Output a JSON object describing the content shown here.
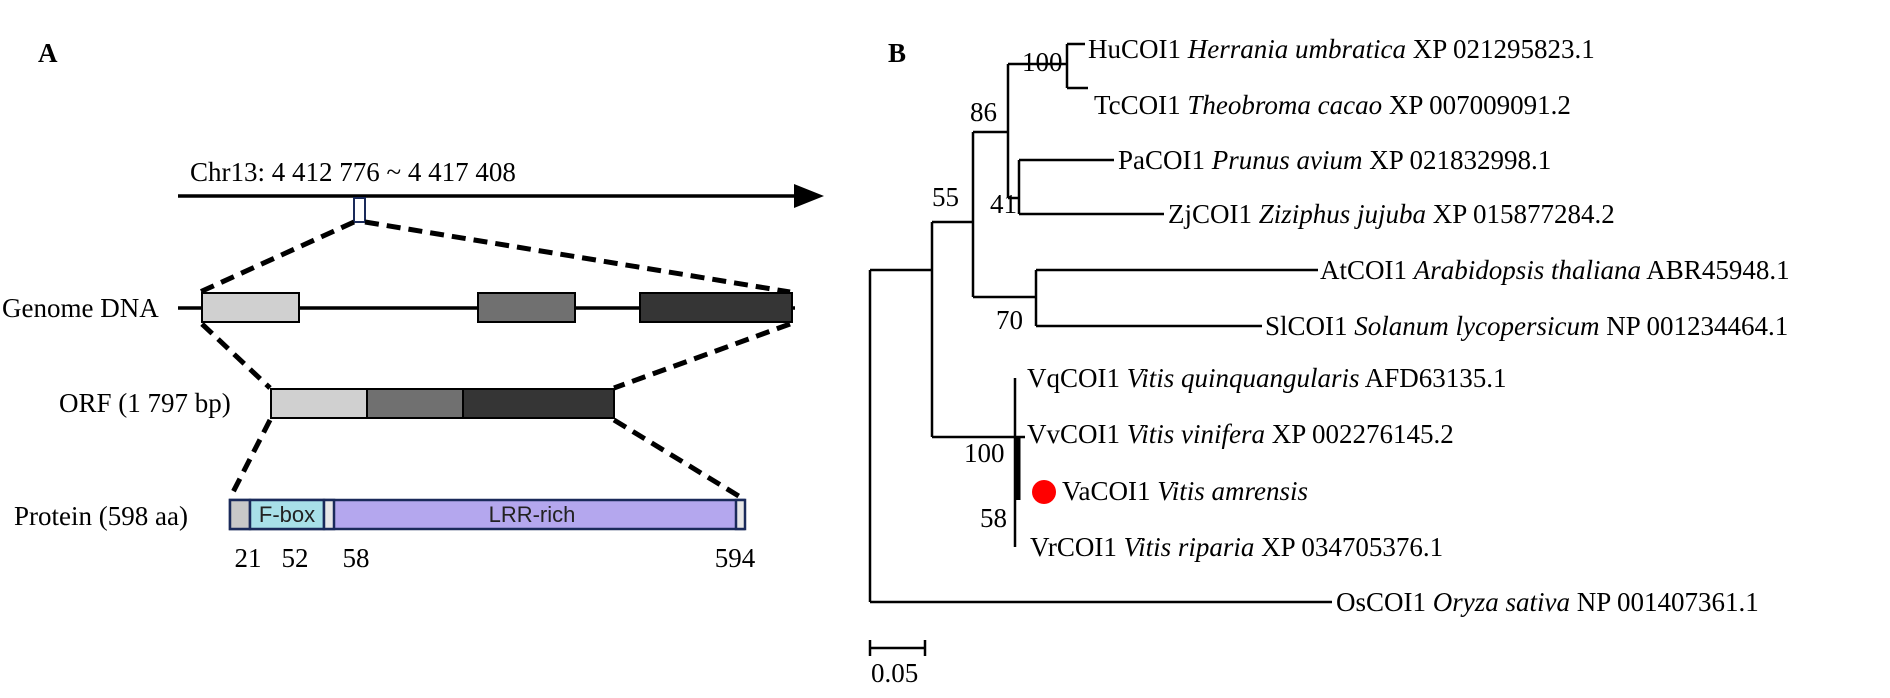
{
  "panel_a": {
    "label": "A",
    "chromosome": "Chr13: 4 412 776 ~ 4 417 408",
    "genome_label": "Genome DNA",
    "orf_label": "ORF (1 797 bp)",
    "protein_label": "Protein (598 aa)",
    "fbox_label": "F-box",
    "lrr_label": "LRR-rich",
    "positions": [
      "21",
      "52",
      "58",
      "594"
    ],
    "colors": {
      "exon1": "#d0d0d0",
      "exon2": "#707070",
      "exon3": "#353535",
      "fbox": "#a8e0e8",
      "lrr": "#b4a7ee",
      "domain_border": "#1a2a5a"
    }
  },
  "panel_b": {
    "label": "B",
    "scale_label": "0.05",
    "bootstrap": [
      "100",
      "86",
      "41",
      "55",
      "70",
      "100",
      "58"
    ],
    "highlight_color": "#ff0000",
    "taxa": [
      {
        "gene": "HuCOI1",
        "species": "Herrania umbratica",
        "accession": "XP 021295823.1"
      },
      {
        "gene": "TcCOI1",
        "species": "Theobroma cacao",
        "accession": "XP 007009091.2"
      },
      {
        "gene": "PaCOI1",
        "species": "Prunus avium",
        "accession": "XP 021832998.1"
      },
      {
        "gene": "ZjCOI1",
        "species": "Ziziphus jujuba",
        "accession": "XP 015877284.2"
      },
      {
        "gene": "AtCOI1",
        "species": "Arabidopsis thaliana",
        "accession": "ABR45948.1"
      },
      {
        "gene": "SlCOI1",
        "species": "Solanum lycopersicum",
        "accession": "NP 001234464.1"
      },
      {
        "gene": "VqCOI1",
        "species": "Vitis quinquangularis",
        "accession": "AFD63135.1"
      },
      {
        "gene": "VvCOI1",
        "species": "Vitis vinifera",
        "accession": "XP 002276145.2"
      },
      {
        "gene": "VaCOI1",
        "species": "Vitis amrensis",
        "accession": ""
      },
      {
        "gene": "VrCOI1",
        "species": "Vitis riparia",
        "accession": "XP 034705376.1"
      },
      {
        "gene": "OsCOI1",
        "species": "Oryza sativa",
        "accession": "NP 001407361.1"
      }
    ]
  }
}
